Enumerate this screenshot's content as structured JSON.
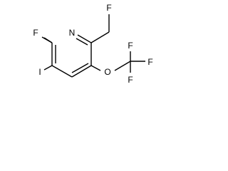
{
  "molecule": {
    "atoms": {
      "n_ring": "N",
      "f_ring": "F",
      "f_methyl": "F",
      "iodine": "I",
      "oxygen": "O",
      "f_cf3_top": "F",
      "f_cf3_right": "F",
      "f_cf3_bottom": "F"
    }
  },
  "colors": {
    "bond": "#000000",
    "label": "#000000",
    "background": "#ffffff"
  }
}
